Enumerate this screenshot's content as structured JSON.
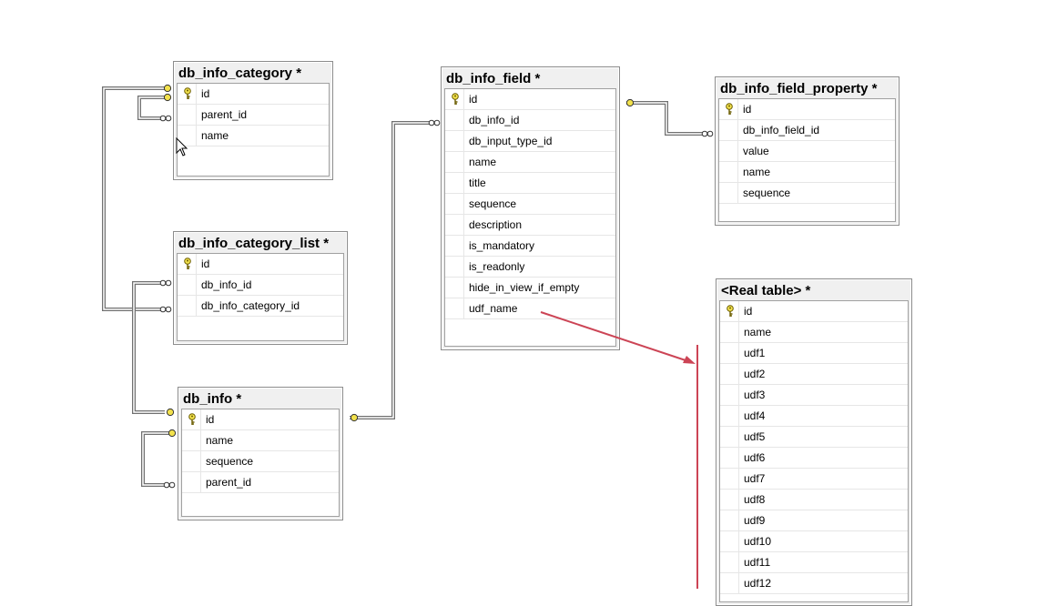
{
  "tables": [
    {
      "id": "db_info_category",
      "title": "db_info_category *",
      "columns": [
        {
          "name": "id",
          "pk": true
        },
        {
          "name": "parent_id",
          "pk": false
        },
        {
          "name": "name",
          "pk": false
        }
      ]
    },
    {
      "id": "db_info_category_list",
      "title": "db_info_category_list *",
      "columns": [
        {
          "name": "id",
          "pk": true
        },
        {
          "name": "db_info_id",
          "pk": false
        },
        {
          "name": "db_info_category_id",
          "pk": false
        }
      ]
    },
    {
      "id": "db_info",
      "title": "db_info *",
      "columns": [
        {
          "name": "id",
          "pk": true
        },
        {
          "name": "name",
          "pk": false
        },
        {
          "name": "sequence",
          "pk": false
        },
        {
          "name": "parent_id",
          "pk": false
        }
      ]
    },
    {
      "id": "db_info_field",
      "title": "db_info_field *",
      "columns": [
        {
          "name": "id",
          "pk": true
        },
        {
          "name": "db_info_id",
          "pk": false
        },
        {
          "name": "db_input_type_id",
          "pk": false
        },
        {
          "name": "name",
          "pk": false
        },
        {
          "name": "title",
          "pk": false
        },
        {
          "name": "sequence",
          "pk": false
        },
        {
          "name": "description",
          "pk": false
        },
        {
          "name": "is_mandatory",
          "pk": false
        },
        {
          "name": "is_readonly",
          "pk": false
        },
        {
          "name": "hide_in_view_if_empty",
          "pk": false
        },
        {
          "name": "udf_name",
          "pk": false
        }
      ]
    },
    {
      "id": "db_info_field_property",
      "title": "db_info_field_property *",
      "columns": [
        {
          "name": "id",
          "pk": true
        },
        {
          "name": "db_info_field_id",
          "pk": false
        },
        {
          "name": "value",
          "pk": false
        },
        {
          "name": "name",
          "pk": false
        },
        {
          "name": "sequence",
          "pk": false
        }
      ]
    },
    {
      "id": "real_table",
      "title": "<Real table> *",
      "columns": [
        {
          "name": "id",
          "pk": true
        },
        {
          "name": "name",
          "pk": false
        },
        {
          "name": "udf1",
          "pk": false
        },
        {
          "name": "udf2",
          "pk": false
        },
        {
          "name": "udf3",
          "pk": false
        },
        {
          "name": "udf4",
          "pk": false
        },
        {
          "name": "udf5",
          "pk": false
        },
        {
          "name": "udf6",
          "pk": false
        },
        {
          "name": "udf7",
          "pk": false
        },
        {
          "name": "udf8",
          "pk": false
        },
        {
          "name": "udf9",
          "pk": false
        },
        {
          "name": "udf10",
          "pk": false
        },
        {
          "name": "udf11",
          "pk": false
        },
        {
          "name": "udf12",
          "pk": false
        }
      ]
    }
  ],
  "colors": {
    "key_fill": "#f2e14c",
    "key_stroke": "#6b5d00",
    "line": "#707070",
    "annotation": "#cc4455"
  }
}
